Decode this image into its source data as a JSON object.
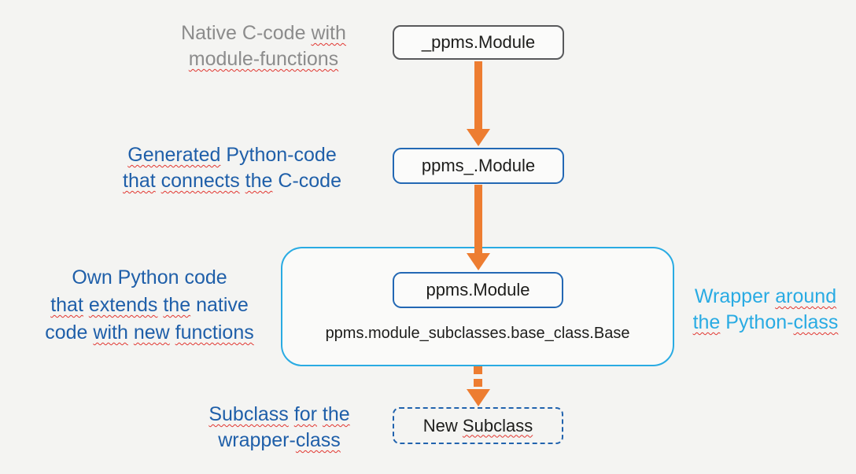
{
  "diagram": {
    "colors": {
      "background": "#f4f4f2",
      "arrow_orange": "#ed7d31",
      "gray_border": "#58595b",
      "gray_text": "#8c8c8c",
      "blue_text": "#1f5fa9",
      "blue_border": "#2368b4",
      "cyan": "#29abe3",
      "node_text": "#1d1d1b",
      "squiggle_red": "#e13630"
    },
    "nodes": {
      "native_module": {
        "label": "_ppms.Module"
      },
      "generated_module": {
        "label": "ppms_.Module"
      },
      "python_module": {
        "label": "ppms.Module"
      },
      "base_class": {
        "label": "ppms.module_subclasses.base_class.Base"
      },
      "new_subclass": {
        "segments": [
          {
            "t": "New "
          },
          {
            "t": "Subclass",
            "sq": true
          }
        ]
      }
    },
    "annotations": {
      "native_code": {
        "lines": [
          [
            {
              "t": "Native C-code "
            },
            {
              "t": "with",
              "sq": true
            }
          ],
          [
            {
              "t": "module-functions",
              "sq": true
            }
          ]
        ]
      },
      "generated_code": {
        "lines": [
          [
            {
              "t": "Generated",
              "sq": true
            },
            {
              "t": " Python-code"
            }
          ],
          [
            {
              "t": "that",
              "sq": true
            },
            {
              "t": " "
            },
            {
              "t": "connects",
              "sq": true
            },
            {
              "t": " "
            },
            {
              "t": "the",
              "sq": true
            },
            {
              "t": " C-code"
            }
          ]
        ]
      },
      "own_code": {
        "lines": [
          [
            {
              "t": "Own Python code"
            }
          ],
          [
            {
              "t": "that",
              "sq": true
            },
            {
              "t": " "
            },
            {
              "t": "extends",
              "sq": true
            },
            {
              "t": " "
            },
            {
              "t": "the",
              "sq": true
            },
            {
              "t": " native"
            }
          ],
          [
            {
              "t": "code "
            },
            {
              "t": "with",
              "sq": true
            },
            {
              "t": " "
            },
            {
              "t": "new",
              "sq": true
            },
            {
              "t": " "
            },
            {
              "t": "functions",
              "sq": true
            }
          ]
        ]
      },
      "wrapper": {
        "lines": [
          [
            {
              "t": "Wrapper "
            },
            {
              "t": "around",
              "sq": true
            }
          ],
          [
            {
              "t": "the",
              "sq": true
            },
            {
              "t": " Python-"
            },
            {
              "t": "class",
              "sq": true
            }
          ]
        ]
      },
      "subclass": {
        "lines": [
          [
            {
              "t": "Subclass",
              "sq": true
            },
            {
              "t": " "
            },
            {
              "t": "for",
              "sq": true
            },
            {
              "t": " "
            },
            {
              "t": "the",
              "sq": true
            }
          ],
          [
            {
              "t": "wrapper-"
            },
            {
              "t": "class",
              "sq": true
            }
          ]
        ]
      }
    }
  }
}
